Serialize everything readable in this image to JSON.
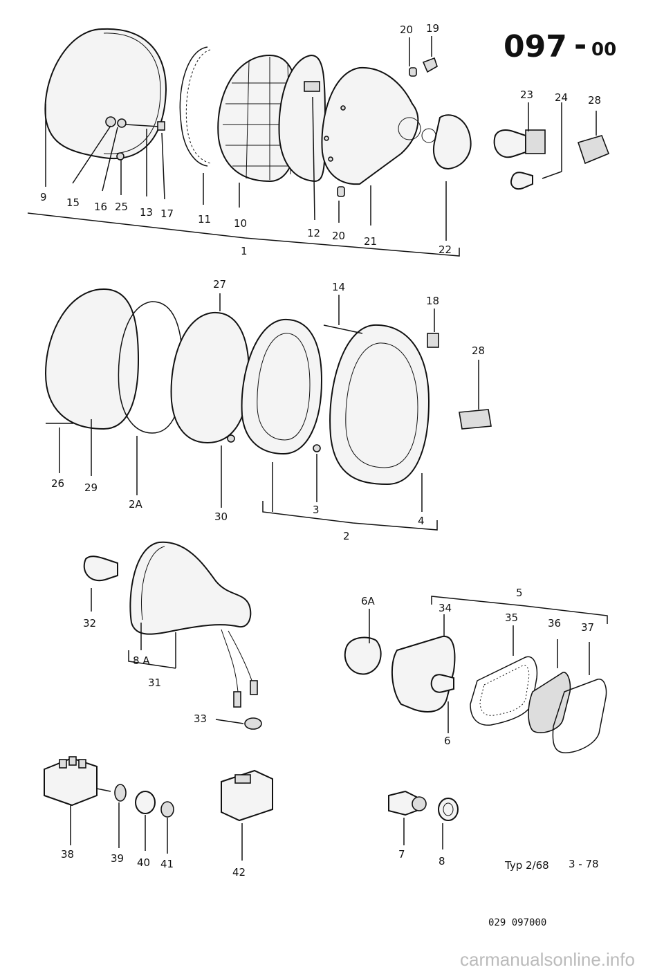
{
  "header": {
    "group_number": "097",
    "group_suffix": "00"
  },
  "footer": {
    "type_label": "Typ 2/68",
    "date_code": "3 - 78",
    "drawing_number": "029 097000",
    "watermark": "carmanualsonline.info"
  },
  "callouts": {
    "c1": "1",
    "c2": "2",
    "c2A": "2A",
    "c3": "3",
    "c4": "4",
    "c5": "5",
    "c6": "6",
    "c6A": "6A",
    "c7": "7",
    "c8": "8",
    "c8A": "8 A",
    "c9": "9",
    "c10": "10",
    "c11": "11",
    "c12": "12",
    "c13": "13",
    "c14": "14",
    "c15": "15",
    "c16": "16",
    "c17": "17",
    "c18": "18",
    "c19": "19",
    "c20a": "20",
    "c20b": "20",
    "c21": "21",
    "c22": "22",
    "c23": "23",
    "c24": "24",
    "c25": "25",
    "c26": "26",
    "c27": "27",
    "c28a": "28",
    "c28b": "28",
    "c29": "29",
    "c30": "30",
    "c31": "31",
    "c32": "32",
    "c33": "33",
    "c34": "34",
    "c35": "35",
    "c36": "36",
    "c37": "37",
    "c38": "38",
    "c39": "39",
    "c40": "40",
    "c41": "41",
    "c42": "42"
  }
}
